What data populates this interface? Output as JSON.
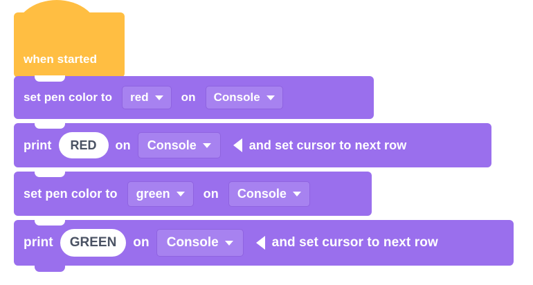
{
  "workspace": {
    "background_color": "#ffffff",
    "palette": {
      "event_block_color": "#ffbe42",
      "console_block_color": "#9a6fed",
      "field_color": "#a782f0",
      "field_border_color": "#8f63e0",
      "oval_text_color": "#4a5263",
      "label_text_color": "#ffffff"
    }
  },
  "script": {
    "hat": {
      "label": "when started",
      "icon": "hat-block-shape"
    },
    "blocks": [
      {
        "id": "set-pen-color-red",
        "type": "set-pen-color",
        "label_start": "set pen color to",
        "color_value": "red",
        "label_middle": "on",
        "device_value": "Console",
        "caret_icon": "chevron-down-icon"
      },
      {
        "id": "print-red",
        "type": "print",
        "label_start": "print",
        "text_value": "RED",
        "label_middle": "on",
        "device_value": "Console",
        "newline_icon": "triangle-left-icon",
        "label_end": "and set cursor to next row",
        "caret_icon": "chevron-down-icon"
      },
      {
        "id": "set-pen-color-green",
        "type": "set-pen-color",
        "label_start": "set pen color to",
        "color_value": "green",
        "label_middle": "on",
        "device_value": "Console",
        "caret_icon": "chevron-down-icon"
      },
      {
        "id": "print-green",
        "type": "print",
        "label_start": "print",
        "text_value": "GREEN",
        "label_middle": "on",
        "device_value": "Console",
        "newline_icon": "triangle-left-icon",
        "label_end": "and set cursor to next row",
        "caret_icon": "chevron-down-icon"
      }
    ]
  }
}
